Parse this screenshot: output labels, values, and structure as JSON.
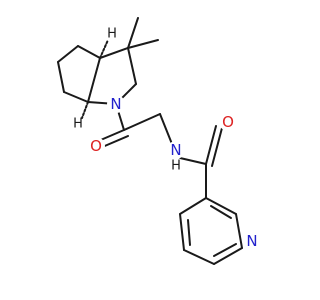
{
  "molecule": {
    "atoms": {
      "n_ring": {
        "label": "N",
        "color": "#2222cc"
      },
      "o_carbonyl1": {
        "label": "O",
        "color": "#dd2222"
      },
      "n_amide": {
        "label": "N",
        "color": "#2222cc"
      },
      "h_amide": {
        "label": "H",
        "color": "#1a1a1a"
      },
      "o_carbonyl2": {
        "label": "O",
        "color": "#dd2222"
      },
      "n_pyridine": {
        "label": "N",
        "color": "#2222cc"
      },
      "h_stereo_top": {
        "label": "H",
        "color": "#1a1a1a"
      },
      "h_stereo_bottom": {
        "label": "H",
        "color": "#1a1a1a"
      }
    }
  }
}
